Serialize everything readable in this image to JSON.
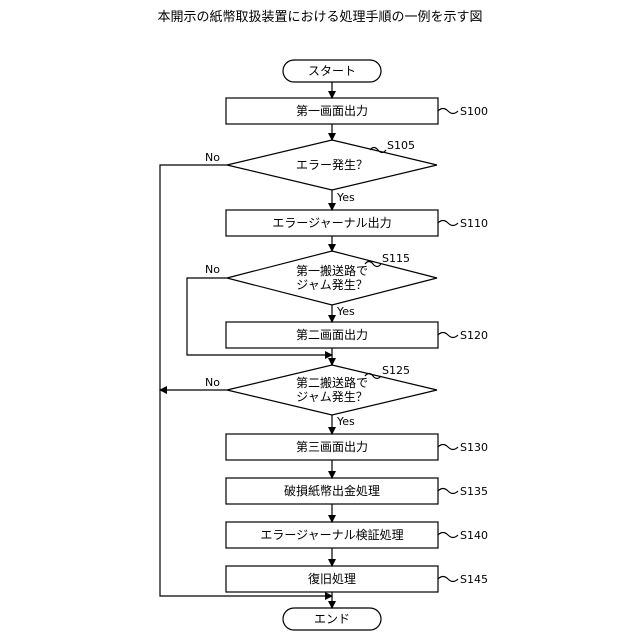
{
  "title": "本開示の紙幣取扱装置における処理手順の一例を示す図",
  "start": "スタート",
  "end": "エンド",
  "process": {
    "s100": "第一画面出力",
    "s110": "エラージャーナル出力",
    "s120": "第二画面出力",
    "s130": "第三画面出力",
    "s135": "破損紙幣出金処理",
    "s140": "エラージャーナル検証処理",
    "s145": "復旧処理"
  },
  "decision": {
    "s105": "エラー発生？",
    "s115_line1": "第一搬送路で",
    "s115_line2": "ジャム発生？",
    "s125_line1": "第二搬送路で",
    "s125_line2": "ジャム発生？"
  },
  "steps": {
    "s100": "S100",
    "s105": "S105",
    "s110": "S110",
    "s115": "S115",
    "s120": "S120",
    "s125": "S125",
    "s130": "S130",
    "s135": "S135",
    "s140": "S140",
    "s145": "S145"
  },
  "branch": {
    "yes": "Yes",
    "no": "No"
  }
}
